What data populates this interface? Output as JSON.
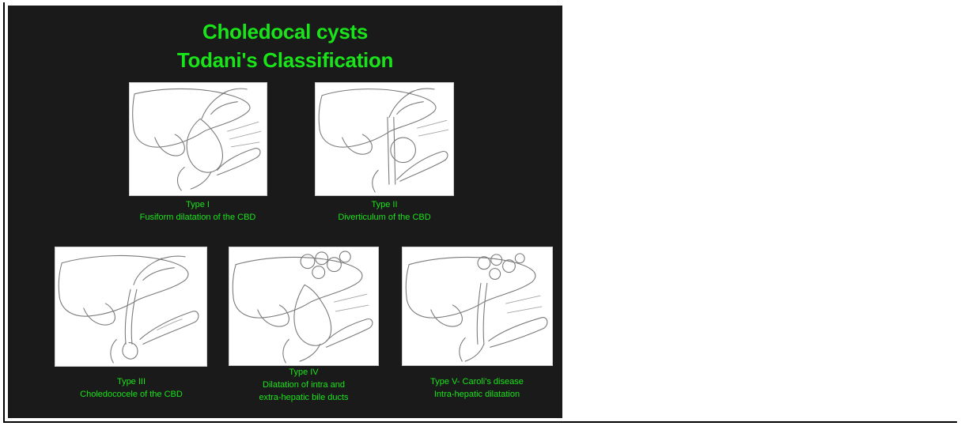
{
  "colors": {
    "accent": "#19e419",
    "slide_bg": "#1a1a1a"
  },
  "title": {
    "line1": "Choledocal cysts",
    "line2": "Todani's Classification"
  },
  "panels": [
    {
      "line1": "Type I",
      "line2": "Fusiform dilatation of the CBD"
    },
    {
      "line1": "Type II",
      "line2": "Diverticulum of the CBD"
    },
    {
      "line1": "Type III",
      "line2": "Choledococele of the CBD"
    },
    {
      "line1": "Type IV",
      "line2": "Dilatation of intra and",
      "line3": "extra-hepatic bile ducts"
    },
    {
      "line1": "Type V- Caroli's disease",
      "line2": "Intra-hepatic dilatation"
    }
  ]
}
